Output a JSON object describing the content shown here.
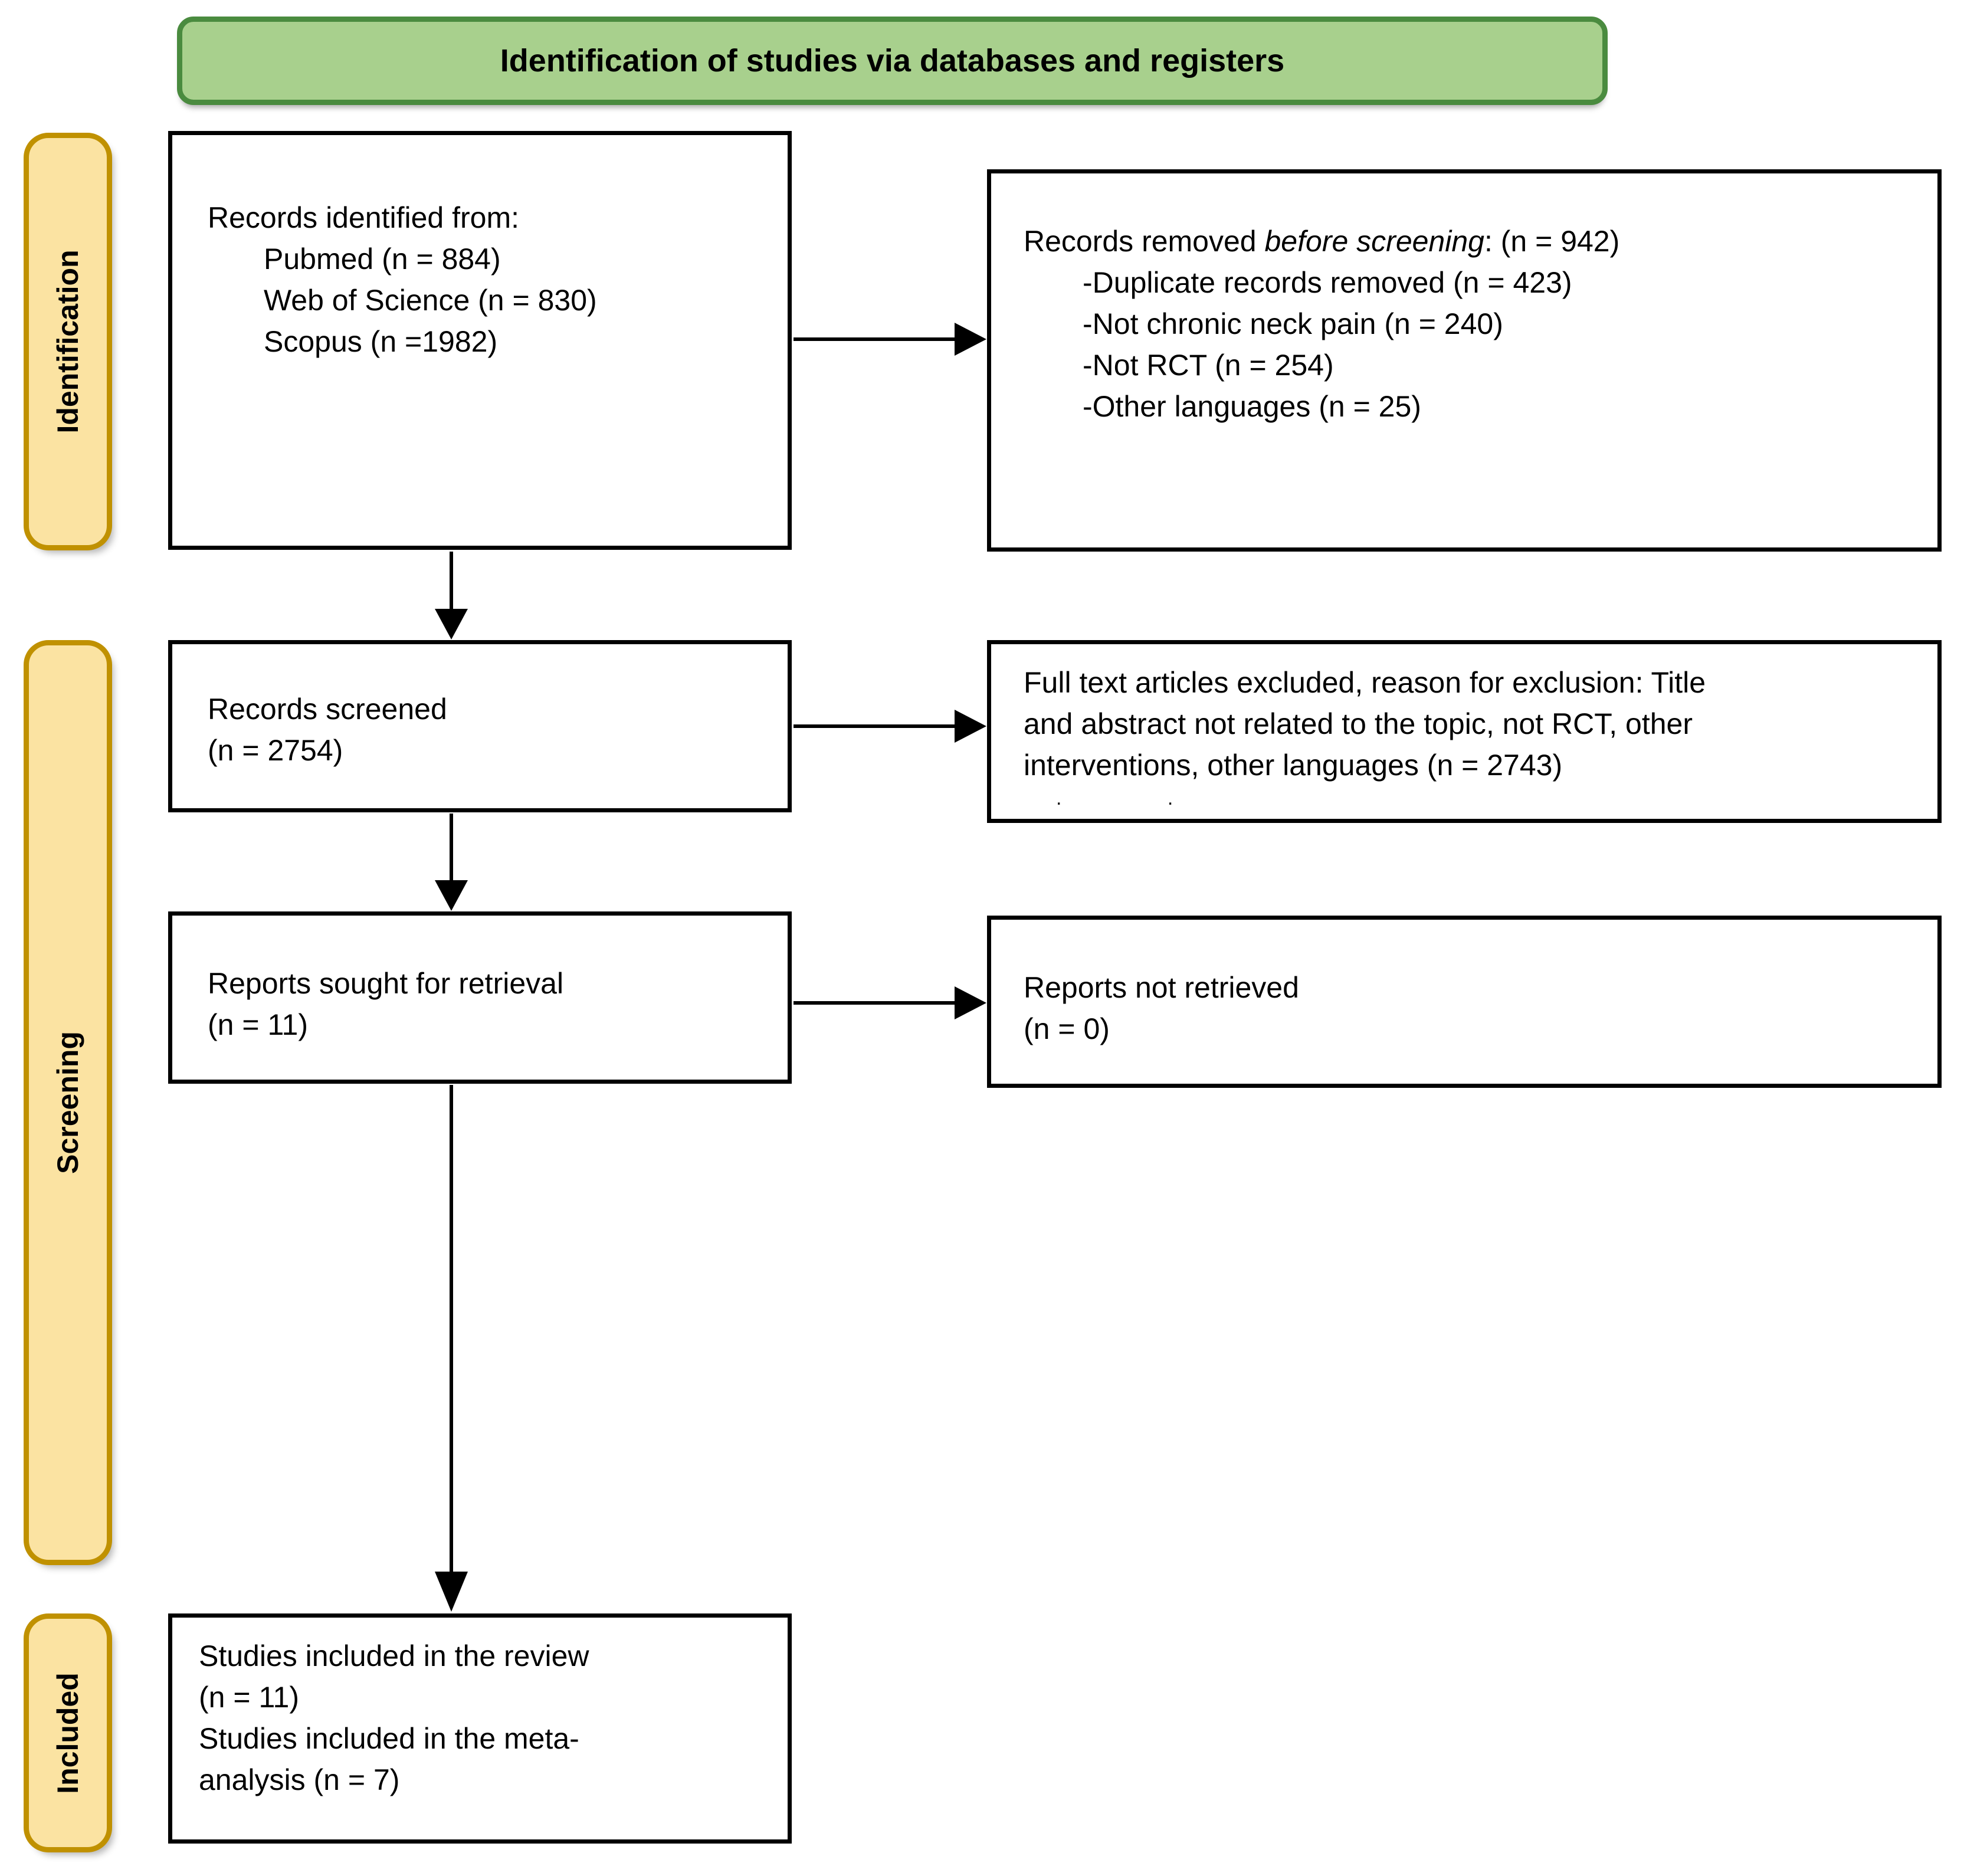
{
  "title": "Identification of studies via databases and registers",
  "stages": {
    "identification": "Identification",
    "screening": "Screening",
    "included": "Included"
  },
  "boxes": {
    "records_identified": {
      "heading": "Records identified from:",
      "items": [
        "Pubmed (n = 884)",
        "Web of Science (n = 830)",
        "Scopus (n =1982)"
      ]
    },
    "records_removed": {
      "heading_prefix": "Records removed ",
      "heading_italic": "before screening",
      "heading_suffix": ": (n = 942)",
      "items": [
        "-Duplicate records removed (n = 423)",
        "-Not chronic neck pain (n = 240)",
        "-Not RCT (n = 254)",
        "-Other languages (n = 25)"
      ]
    },
    "records_screened": {
      "lines": [
        "Records screened",
        "(n = 2754)"
      ]
    },
    "fulltext_excluded": {
      "lines": [
        "Full text articles excluded, reason for exclusion: Title",
        "and abstract not related to the topic, not RCT, other",
        "interventions, other languages (n = 2743)"
      ],
      "cutoff": ". ."
    },
    "reports_sought": {
      "lines": [
        "Reports sought for retrieval",
        "(n = 11)"
      ]
    },
    "reports_not_retrieved": {
      "lines": [
        "Reports not retrieved",
        "(n = 0)"
      ]
    },
    "studies_included": {
      "lines": [
        "Studies included in the review",
        "(n = 11)",
        "Studies included in the meta-",
        "analysis (n = 7)"
      ]
    }
  },
  "colors": {
    "banner_fill": "#a8d08d",
    "banner_border": "#4a8b3f",
    "stage_fill": "#fbe3a2",
    "stage_border": "#c09100",
    "box_border": "#000000",
    "arrow": "#000000",
    "background": "#ffffff"
  }
}
